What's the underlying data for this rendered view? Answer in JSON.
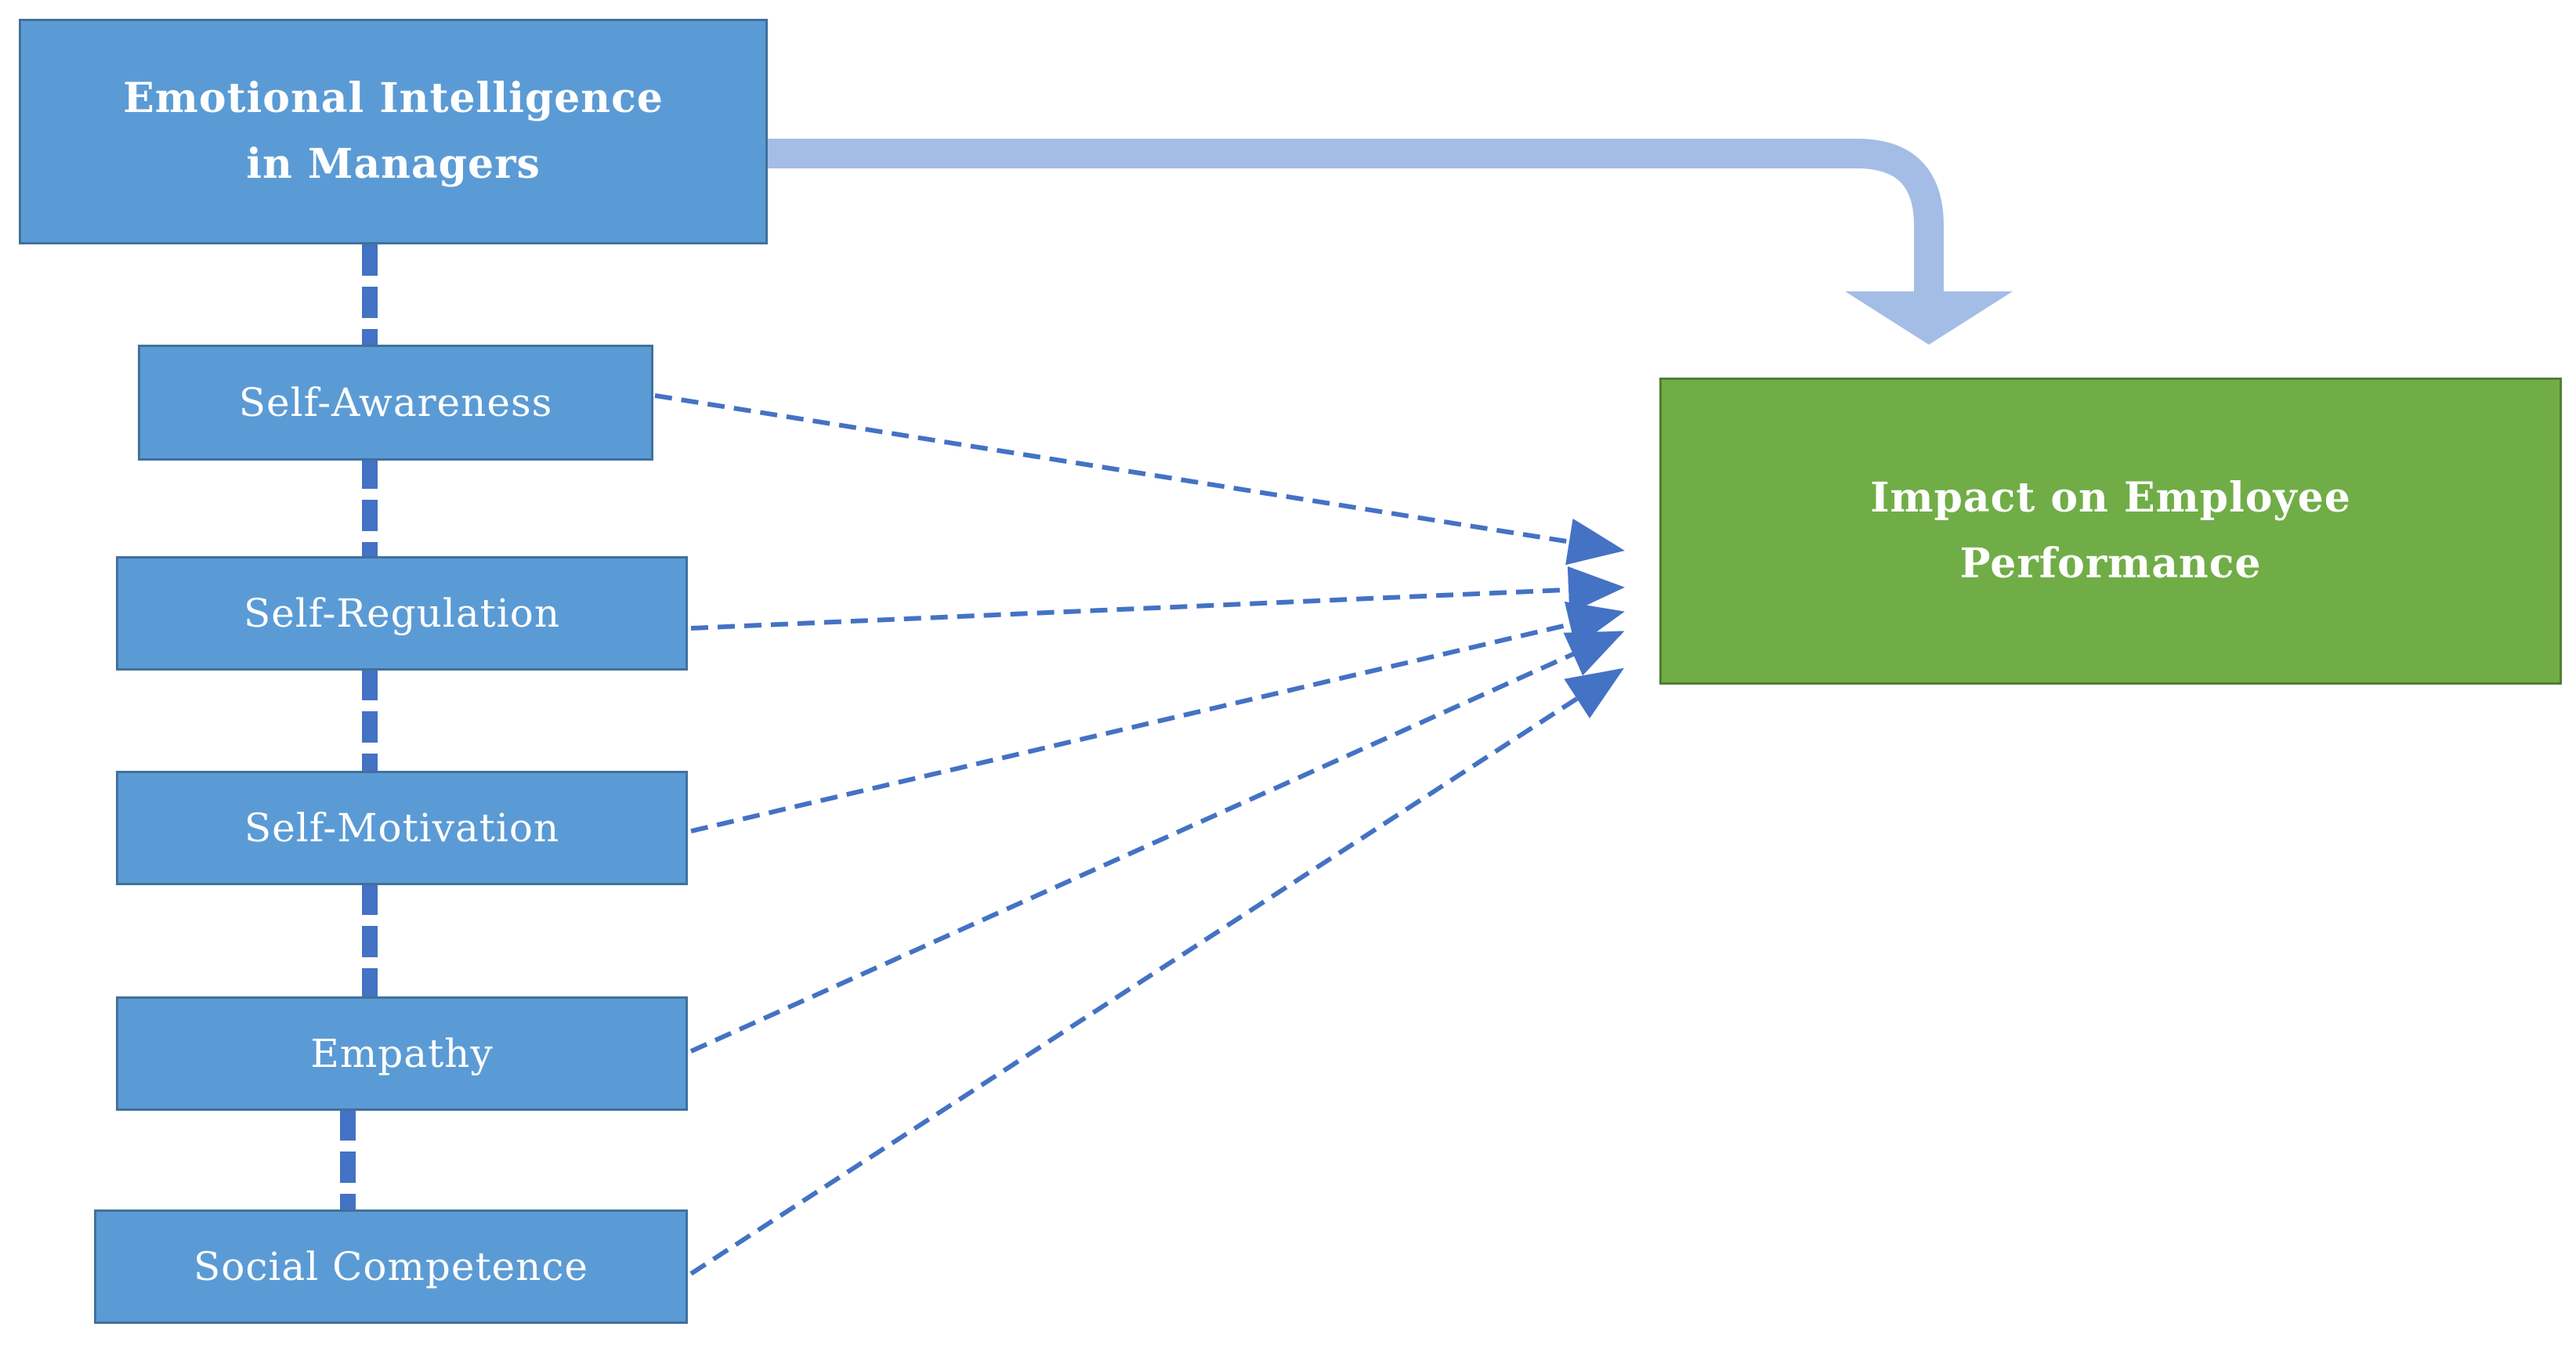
{
  "diagram": {
    "root": {
      "label": "Emotional Intelligence\nin Managers",
      "color": "#5b9bd5"
    },
    "target": {
      "label": "Impact on Employee\nPerformance",
      "color": "#70ad47"
    },
    "components": [
      {
        "label": "Self-Awareness"
      },
      {
        "label": "Self-Regulation"
      },
      {
        "label": "Self-Motivation"
      },
      {
        "label": "Empathy"
      },
      {
        "label": "Social Competence"
      }
    ],
    "colors": {
      "box_border": "#41719c",
      "connector": "#4472c4",
      "big_arrow": "#a4bde6"
    }
  }
}
